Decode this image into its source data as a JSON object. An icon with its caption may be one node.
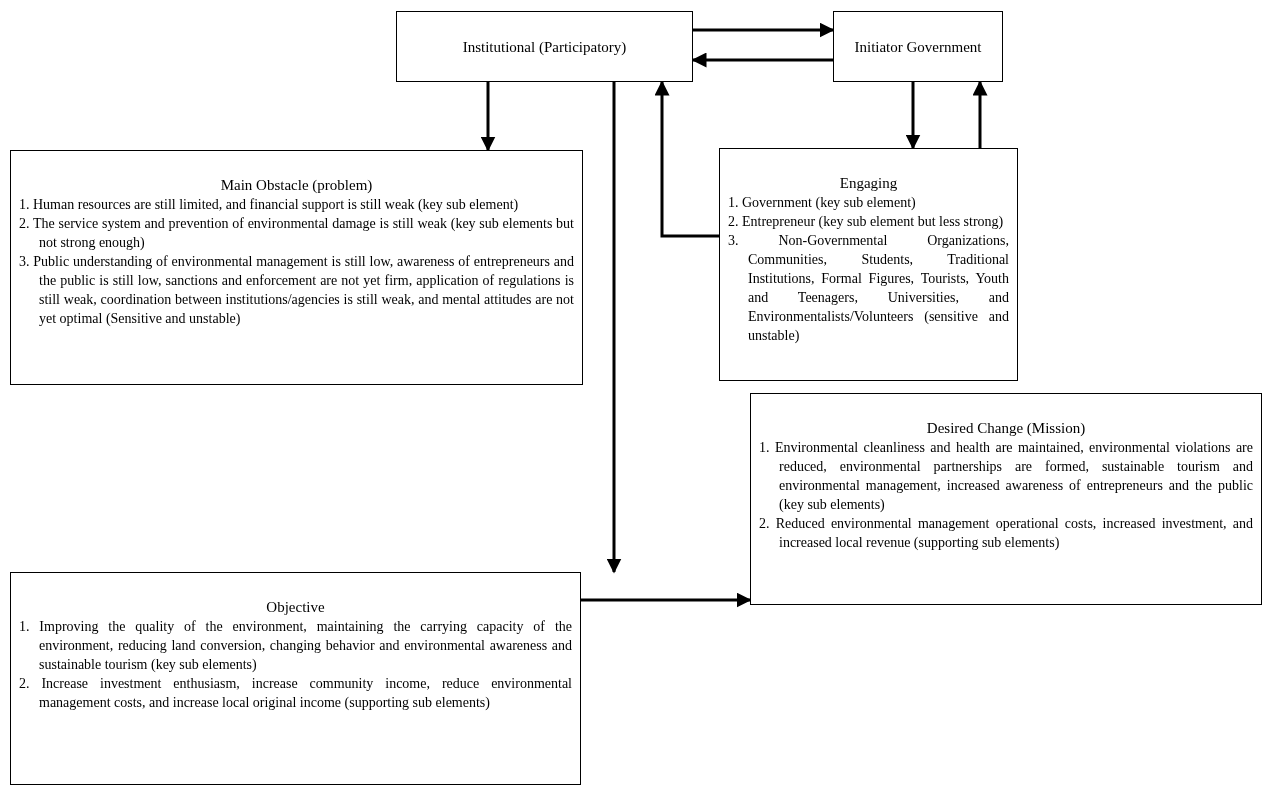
{
  "diagram": {
    "nodes": [
      {
        "text": [
          "Institutional (Participatory)"
        ]
      },
      {
        "text": [
          "Initiator Government"
        ]
      },
      {
        "text": [
          "Main Obstacle (problem)",
          "1. Human resources are still limited, and financial support is still weak (key sub element)",
          "2. The service system and prevention of environmental damage is still weak (key sub elements but not strong enough)",
          "3. Public understanding of environmental management is still low, awareness of entrepreneurs and the public is still low, sanctions and enforcement are not yet firm, application of regulations is still weak, coordination between institutions/agencies is still weak, and mental attitudes are not yet optimal (Sensitive and unstable)"
        ]
      },
      {
        "text": [
          "Engaging",
          "1. Government (key sub element)",
          "2. Entrepreneur (key sub element but less strong)",
          "3. Non-Governmental Organizations, Communities, Students, Traditional Institutions, Formal Figures, Tourists, Youth and Teenagers, Universities, and Environmentalists/Volunteers (sensitive and unstable)"
        ]
      },
      {
        "text": [
          "Desired Change (Mission)",
          "1. Environmental cleanliness and health are maintained, environmental violations are reduced, environmental partnerships are formed, sustainable tourism and environmental management, increased awareness of entrepreneurs and the public (key sub elements)",
          "2. Reduced environmental management operational costs, increased investment, and increased local revenue (supporting sub elements)"
        ]
      },
      {
        "text": [
          "Objective",
          "1. Improving the quality of the environment, maintaining the carrying capacity of the environment, reducing land conversion, changing behavior and environmental awareness and sustainable tourism (key sub elements)",
          "2. Increase investment enthusiasm, increase community income, reduce environmental management costs, and increase local original income (supporting sub elements)"
        ]
      }
    ],
    "edges": [
      {
        "from": 0,
        "to": 1,
        "arrow": "to"
      },
      {
        "from": 1,
        "to": 0,
        "arrow": "to"
      },
      {
        "from": 0,
        "to": 2,
        "arrow": "to"
      },
      {
        "from": 1,
        "to": 3,
        "arrow": "to"
      },
      {
        "from": 3,
        "to": 1,
        "arrow": "to"
      },
      {
        "from": 3,
        "to": 0,
        "arrow": "to"
      },
      {
        "from": 0,
        "to": 5,
        "arrow": "to"
      },
      {
        "from": 5,
        "to": 4,
        "arrow": "to"
      }
    ]
  }
}
